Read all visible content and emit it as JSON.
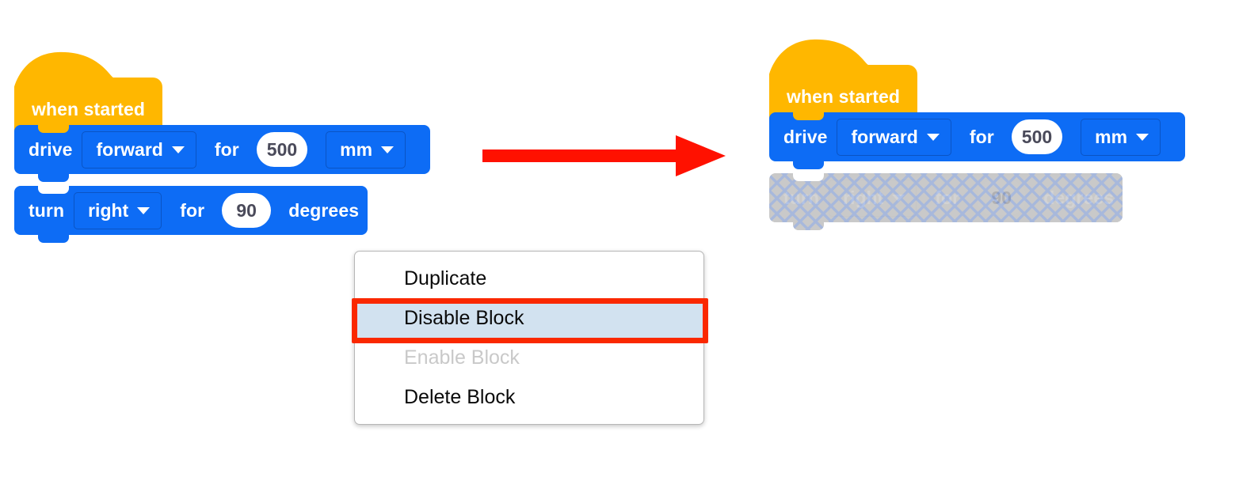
{
  "colors": {
    "hat_orange": "#ffb700",
    "block_blue": "#0d6cf5",
    "block_blue_border": "#0a54c4",
    "disabled_gray": "#c8c8c8",
    "hatch_line": "#9fb4e0",
    "arrow_red": "#ff1100",
    "highlight_red": "#fa2800",
    "menu_selected_bg": "#d2e2f0",
    "menu_disabled_text": "#c9c9c9",
    "oval_text": "#4a4a5a"
  },
  "before_stack": {
    "hat": {
      "label": "when started"
    },
    "drive_block": {
      "verb": "drive",
      "direction": "forward",
      "for": "for",
      "amount": "500",
      "unit": "mm"
    },
    "turn_block": {
      "verb": "turn",
      "direction": "right",
      "for": "for",
      "amount": "90",
      "unit": "degrees"
    }
  },
  "after_stack": {
    "hat": {
      "label": "when started"
    },
    "drive_block": {
      "verb": "drive",
      "direction": "forward",
      "for": "for",
      "amount": "500",
      "unit": "mm"
    },
    "turn_block_disabled": {
      "verb": "turn",
      "direction": "right",
      "for": "for",
      "amount": "90",
      "unit": "degrees"
    }
  },
  "arrow": {
    "name": "red-right-arrow"
  },
  "context_menu": {
    "items": [
      {
        "label": "Duplicate",
        "state": "normal"
      },
      {
        "label": "Disable Block",
        "state": "selected"
      },
      {
        "label": "Enable Block",
        "state": "disabled"
      },
      {
        "label": "Delete Block",
        "state": "normal"
      }
    ]
  }
}
